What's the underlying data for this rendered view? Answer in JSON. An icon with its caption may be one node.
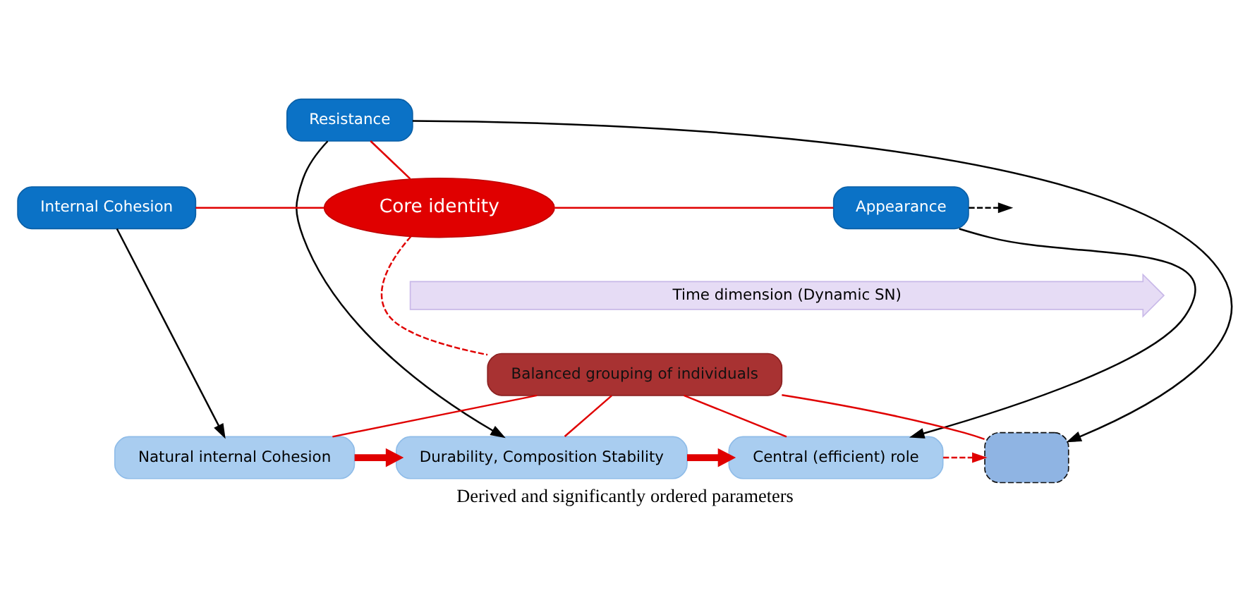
{
  "diagram": {
    "caption": "Derived and significantly ordered parameters",
    "nodes": [
      {
        "text": [
          "Resistance"
        ]
      },
      {
        "text": [
          "Internal Cohesion"
        ]
      },
      {
        "text": [
          "Core identity"
        ]
      },
      {
        "text": [
          "Appearance"
        ]
      },
      {
        "text": [
          "Time dimension (Dynamic SN)"
        ]
      },
      {
        "text": [
          "Balanced grouping of individuals"
        ]
      },
      {
        "text": [
          "Natural internal Cohesion"
        ]
      },
      {
        "text": [
          "Durability, Composition Stability"
        ]
      },
      {
        "text": [
          "Central (efficient) role"
        ]
      },
      {
        "text": [],
        "shape": "box"
      }
    ],
    "edges": [
      {
        "from": 0,
        "to": 2,
        "arrow": "none"
      },
      {
        "from": 1,
        "to": 2,
        "arrow": "none"
      },
      {
        "from": 2,
        "to": 3,
        "arrow": "none"
      },
      {
        "from": 2,
        "to": 5,
        "arrow": "none",
        "style": "dashed"
      },
      {
        "from": 1,
        "to": 6,
        "arrow": "to",
        "color": "#000000"
      },
      {
        "from": 0,
        "to": 7,
        "arrow": "to",
        "color": "#000000"
      },
      {
        "from": 0,
        "to": 9,
        "arrow": "to",
        "color": "#000000"
      },
      {
        "from": 3,
        "to": 8,
        "arrow": "to",
        "color": "#000000"
      },
      {
        "from": 3,
        "to": null,
        "arrow": "to",
        "style": "dashed",
        "color": "#000000"
      },
      {
        "from": 5,
        "to": 6,
        "arrow": "none"
      },
      {
        "from": 5,
        "to": 7,
        "arrow": "none"
      },
      {
        "from": 5,
        "to": 8,
        "arrow": "none"
      },
      {
        "from": 5,
        "to": 9,
        "arrow": "none"
      },
      {
        "from": 6,
        "to": 7,
        "arrow": "to",
        "style": "thick"
      },
      {
        "from": 7,
        "to": 8,
        "arrow": "to",
        "style": "thick"
      },
      {
        "from": 8,
        "to": 9,
        "arrow": "to",
        "style": "dashed"
      }
    ]
  }
}
